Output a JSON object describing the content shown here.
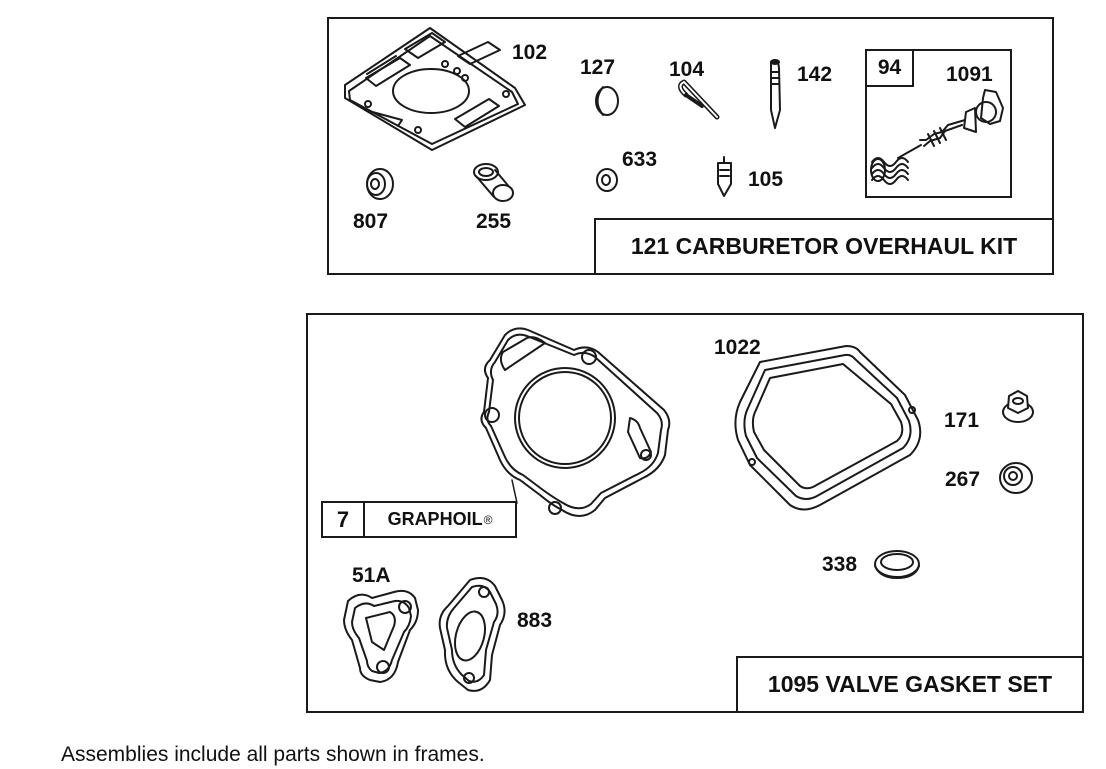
{
  "carburetor_kit": {
    "title": "121 CARBURETOR OVERHAUL KIT",
    "parts": {
      "p102": "102",
      "p127": "127",
      "p104": "104",
      "p142": "142",
      "p807": "807",
      "p255": "255",
      "p633": "633",
      "p105": "105",
      "p1091": "1091"
    },
    "subkit_number": "94"
  },
  "valve_gasket_set": {
    "title": "1095 VALVE GASKET SET",
    "parts": {
      "p1022": "1022",
      "p171": "171",
      "p267": "267",
      "p338": "338",
      "p51A": "51A",
      "p883": "883"
    },
    "sealant": {
      "number": "7",
      "name": "GRAPHOIL",
      "mark": "®"
    }
  },
  "footnote": "Assemblies include all parts shown in frames."
}
